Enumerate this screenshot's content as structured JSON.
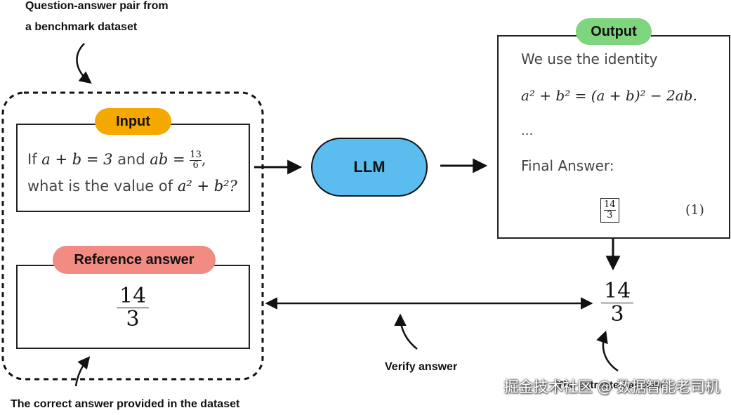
{
  "annotations": {
    "top_line1": "Question-answer pair from",
    "top_line2": "a benchmark dataset",
    "bottom_left": "The correct answer provided in the dataset",
    "verify": "Verify answer",
    "extracted": "The extracted answer"
  },
  "input": {
    "label": "Input",
    "line1_prefix": "If",
    "line1_eq1": "a + b = 3",
    "line1_and": "and",
    "line1_eq2": "ab =",
    "frac_num": "13",
    "frac_den": "6",
    "line1_comma": ",",
    "line2_text": "what is the value of",
    "line2_expr": "a² + b²?"
  },
  "llm": {
    "label": "LLM"
  },
  "output": {
    "label": "Output",
    "line1": "We use the identity",
    "identity": "a² + b² = (a + b)² − 2ab.",
    "ellipsis": "...",
    "final_label": "Final Answer:",
    "boxed_num": "14",
    "boxed_den": "3",
    "eq_number": "(1)"
  },
  "reference": {
    "label": "Reference answer",
    "num": "14",
    "den": "3"
  },
  "extracted_answer": {
    "num": "14",
    "den": "3"
  },
  "watermark": "掘金技术社区 @ 数据智能老司机",
  "colors": {
    "input_pill": "#f5a800",
    "output_pill": "#7ed57e",
    "reference_pill": "#f28b82",
    "llm_fill": "#5bbcef"
  }
}
